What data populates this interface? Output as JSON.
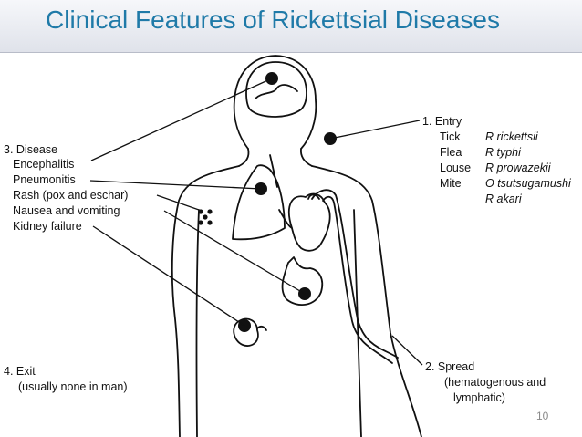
{
  "slide": {
    "title": "Clinical Features of Rickettsial Diseases",
    "page_number": "10"
  },
  "diagram": {
    "disease": {
      "heading": "3. Disease",
      "items": [
        "Encephalitis",
        "Pneumonitis",
        "Rash (pox and eschar)",
        "Nausea and vomiting",
        "Kidney failure"
      ]
    },
    "entry": {
      "heading": "1. Entry",
      "vectors": [
        {
          "vector": "Tick",
          "organism": "R rickettsii"
        },
        {
          "vector": "Flea",
          "organism": "R typhi"
        },
        {
          "vector": "Louse",
          "organism": "R prowazekii"
        },
        {
          "vector": "Mite",
          "organism": "O tsutsugamushi"
        },
        {
          "vector": "",
          "organism": "R akari"
        }
      ]
    },
    "spread": {
      "heading": "2. Spread",
      "line1": "(hematogenous and",
      "line2": "lymphatic)"
    },
    "exit": {
      "heading": "4. Exit",
      "note": "(usually none in man)"
    }
  }
}
